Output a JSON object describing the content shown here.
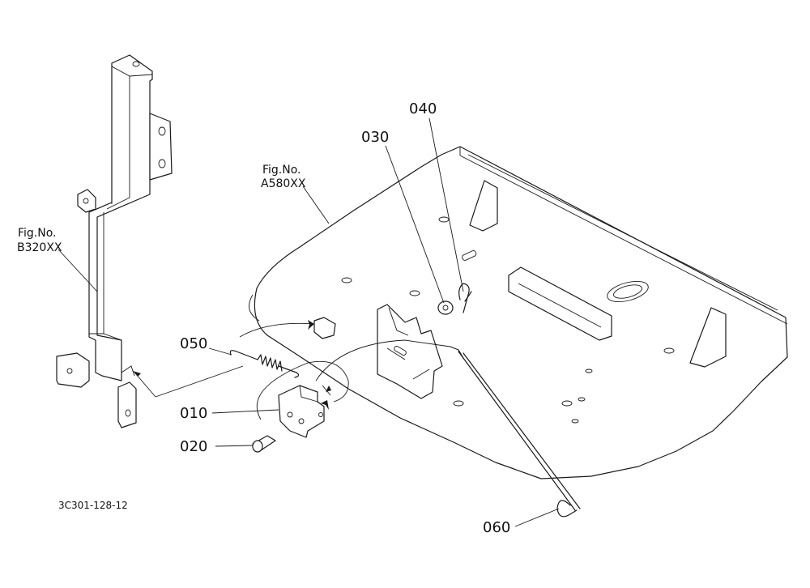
{
  "refs": {
    "a": {
      "line1": "Fig.No.",
      "line2": "A580XX"
    },
    "b": {
      "line1": "Fig.No.",
      "line2": "B320XX"
    }
  },
  "parts": [
    "010",
    "020",
    "030",
    "040",
    "050",
    "060"
  ],
  "drawing_code": "3C301-128-12"
}
